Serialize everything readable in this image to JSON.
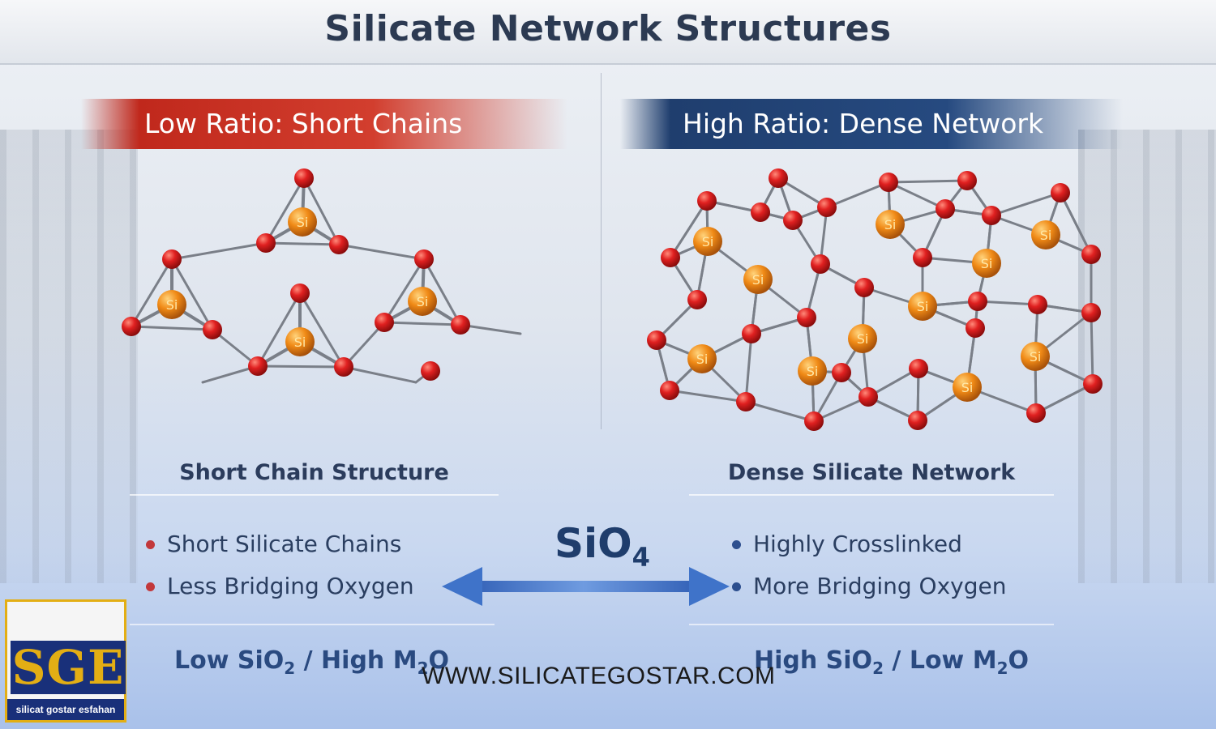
{
  "title": "Silicate Network Structures",
  "left": {
    "banner": "Low Ratio: Short Chains",
    "subhead": "Short Chain Structure",
    "bullets": [
      "Short Silicate Chains",
      "Less Bridging Oxygen"
    ],
    "ratio": {
      "a": "Low SiO",
      "a_sub": "2",
      "mid": " / High M",
      "b_sub": "2",
      "end": "O"
    }
  },
  "right": {
    "banner": "High Ratio: Dense Network",
    "subhead": "Dense Silicate Network",
    "bullets": [
      "Highly Crosslinked",
      "More Bridging Oxygen"
    ],
    "ratio": {
      "a": "High SiO",
      "a_sub": "2",
      "mid": " / Low M",
      "b_sub": "2",
      "end": "O"
    }
  },
  "center": {
    "formula": "SiO",
    "formula_sub": "4"
  },
  "website": "WWW.SILICATEGOSTAR.COM",
  "logo": {
    "text": "SGE",
    "subtitle": "silicat gostar esfahan"
  },
  "atom_labels": {
    "si": "Si"
  },
  "colors": {
    "oxygen": "#d81d1d",
    "silicon": "#f08a16",
    "bond": "#7a7f88",
    "arrow": "#3f73c9",
    "left_banner": "#c0281c",
    "right_banner": "#1f3e6e"
  }
}
